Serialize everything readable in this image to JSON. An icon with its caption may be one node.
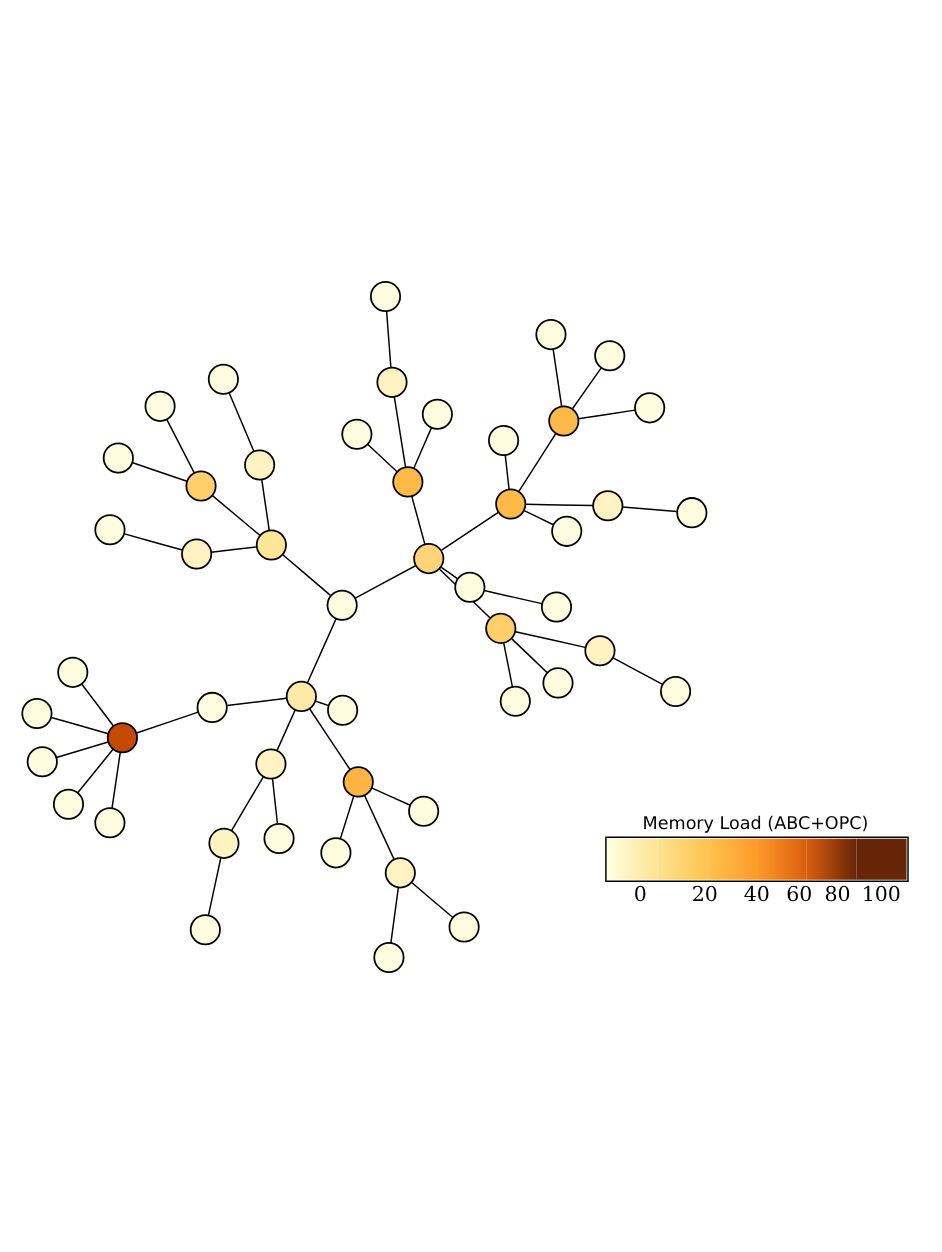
{
  "diagram": {
    "nodes": [
      {
        "text": [],
        "shape": "circle"
      },
      {
        "text": [],
        "shape": "circle"
      },
      {
        "text": [],
        "shape": "circle"
      },
      {
        "text": [],
        "shape": "circle"
      },
      {
        "text": [],
        "shape": "circle"
      },
      {
        "text": [],
        "shape": "circle"
      },
      {
        "text": [],
        "shape": "circle"
      },
      {
        "text": [],
        "shape": "circle"
      },
      {
        "text": [],
        "shape": "circle"
      },
      {
        "text": [],
        "shape": "circle"
      },
      {
        "text": [],
        "shape": "circle"
      },
      {
        "text": [],
        "shape": "circle"
      },
      {
        "text": [],
        "shape": "circle"
      },
      {
        "text": [],
        "shape": "circle"
      },
      {
        "text": [],
        "shape": "circle"
      },
      {
        "text": [],
        "shape": "circle"
      },
      {
        "text": [],
        "shape": "circle"
      },
      {
        "text": [],
        "shape": "circle"
      },
      {
        "text": [],
        "shape": "circle"
      },
      {
        "text": [],
        "shape": "circle"
      },
      {
        "text": [],
        "shape": "circle"
      },
      {
        "text": [],
        "shape": "circle"
      },
      {
        "text": [],
        "shape": "circle"
      },
      {
        "text": [],
        "shape": "circle"
      },
      {
        "text": [],
        "shape": "circle"
      },
      {
        "text": [],
        "shape": "circle"
      },
      {
        "text": [],
        "shape": "circle"
      },
      {
        "text": [],
        "shape": "circle"
      },
      {
        "text": [],
        "shape": "circle"
      },
      {
        "text": [],
        "shape": "circle"
      },
      {
        "text": [],
        "shape": "circle"
      },
      {
        "text": [],
        "shape": "circle"
      },
      {
        "text": [],
        "shape": "circle"
      },
      {
        "text": [],
        "shape": "circle"
      },
      {
        "text": [],
        "shape": "circle"
      },
      {
        "text": [],
        "shape": "circle"
      },
      {
        "text": [],
        "shape": "circle"
      },
      {
        "text": [],
        "shape": "circle"
      },
      {
        "text": [],
        "shape": "circle"
      },
      {
        "text": [],
        "shape": "circle"
      },
      {
        "text": [],
        "shape": "circle"
      },
      {
        "text": [],
        "shape": "circle"
      },
      {
        "text": [],
        "shape": "circle"
      },
      {
        "text": [],
        "shape": "circle"
      },
      {
        "text": [],
        "shape": "circle"
      },
      {
        "text": [],
        "shape": "circle"
      },
      {
        "text": [],
        "shape": "circle"
      },
      {
        "text": [],
        "shape": "circle"
      },
      {
        "text": [],
        "shape": "circle"
      },
      {
        "text": [],
        "shape": "circle"
      }
    ],
    "edges": [
      {
        "from": 0,
        "to": 1,
        "arrow": "none"
      },
      {
        "from": 0,
        "to": 2,
        "arrow": "none"
      },
      {
        "from": 2,
        "to": 3,
        "arrow": "none"
      },
      {
        "from": 3,
        "to": 4,
        "arrow": "none"
      },
      {
        "from": 2,
        "to": 11,
        "arrow": "none"
      },
      {
        "from": 0,
        "to": 5,
        "arrow": "none"
      },
      {
        "from": 5,
        "to": 6,
        "arrow": "none"
      },
      {
        "from": 5,
        "to": 7,
        "arrow": "none"
      },
      {
        "from": 7,
        "to": 8,
        "arrow": "none"
      },
      {
        "from": 7,
        "to": 9,
        "arrow": "none"
      },
      {
        "from": 5,
        "to": 10,
        "arrow": "none"
      },
      {
        "from": 0,
        "to": 12,
        "arrow": "none"
      },
      {
        "from": 0,
        "to": 13,
        "arrow": "none"
      },
      {
        "from": 13,
        "to": 14,
        "arrow": "none"
      },
      {
        "from": 14,
        "to": 15,
        "arrow": "none"
      },
      {
        "from": 14,
        "to": 16,
        "arrow": "none"
      },
      {
        "from": 14,
        "to": 17,
        "arrow": "none"
      },
      {
        "from": 14,
        "to": 18,
        "arrow": "none"
      },
      {
        "from": 14,
        "to": 19,
        "arrow": "none"
      },
      {
        "from": 1,
        "to": 20,
        "arrow": "none"
      },
      {
        "from": 1,
        "to": 21,
        "arrow": "none"
      },
      {
        "from": 20,
        "to": 22,
        "arrow": "none"
      },
      {
        "from": 22,
        "to": 23,
        "arrow": "none"
      },
      {
        "from": 20,
        "to": 24,
        "arrow": "none"
      },
      {
        "from": 24,
        "to": 25,
        "arrow": "none"
      },
      {
        "from": 20,
        "to": 26,
        "arrow": "none"
      },
      {
        "from": 26,
        "to": 27,
        "arrow": "none"
      },
      {
        "from": 26,
        "to": 28,
        "arrow": "none"
      },
      {
        "from": 21,
        "to": 29,
        "arrow": "none"
      },
      {
        "from": 29,
        "to": 30,
        "arrow": "none"
      },
      {
        "from": 30,
        "to": 31,
        "arrow": "none"
      },
      {
        "from": 29,
        "to": 32,
        "arrow": "none"
      },
      {
        "from": 29,
        "to": 33,
        "arrow": "none"
      },
      {
        "from": 29,
        "to": 34,
        "arrow": "none"
      },
      {
        "from": 34,
        "to": 35,
        "arrow": "none"
      },
      {
        "from": 34,
        "to": 36,
        "arrow": "none"
      },
      {
        "from": 34,
        "to": 37,
        "arrow": "none"
      },
      {
        "from": 21,
        "to": 38,
        "arrow": "none"
      },
      {
        "from": 38,
        "to": 39,
        "arrow": "none"
      },
      {
        "from": 38,
        "to": 40,
        "arrow": "none"
      },
      {
        "from": 38,
        "to": 41,
        "arrow": "none"
      },
      {
        "from": 41,
        "to": 42,
        "arrow": "none"
      },
      {
        "from": 21,
        "to": 43,
        "arrow": "none"
      },
      {
        "from": 43,
        "to": 44,
        "arrow": "none"
      },
      {
        "from": 21,
        "to": 45,
        "arrow": "none"
      },
      {
        "from": 45,
        "to": 46,
        "arrow": "none"
      },
      {
        "from": 45,
        "to": 47,
        "arrow": "none"
      },
      {
        "from": 45,
        "to": 48,
        "arrow": "none"
      },
      {
        "from": 48,
        "to": 49,
        "arrow": "none"
      }
    ],
    "labels": [
      "Memory Load (ABC+OPC)",
      "0",
      "20",
      "40",
      "60",
      "80",
      "100"
    ]
  }
}
